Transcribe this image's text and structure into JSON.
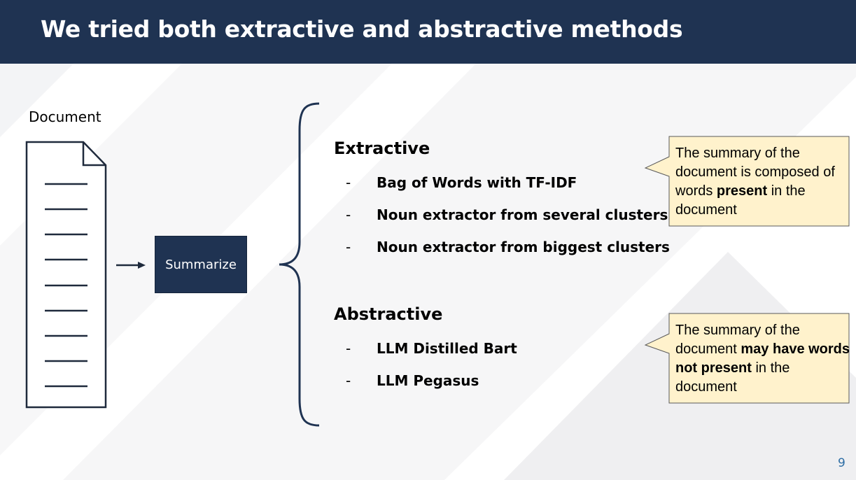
{
  "slide": {
    "title": "We tried both extractive and abstractive methods",
    "page_number": "9",
    "colors": {
      "header": "#1f3352",
      "callout_fill": "#fff2cc",
      "page_number": "#2e6ea5"
    }
  },
  "document": {
    "label": "Document",
    "icon": "document-icon"
  },
  "process": {
    "label": "Summarize"
  },
  "extractive": {
    "heading": "Extractive",
    "items": [
      {
        "bullet": "-",
        "text": "Bag of Words with TF-IDF"
      },
      {
        "bullet": "-",
        "text": "Noun extractor from several clusters"
      },
      {
        "bullet": "-",
        "text": "Noun extractor from biggest clusters"
      }
    ],
    "callout": {
      "part1": "The summary of the document is composed of words ",
      "bold": "present",
      "part2": " in the document"
    }
  },
  "abstractive": {
    "heading": "Abstractive",
    "items": [
      {
        "bullet": "-",
        "text": "LLM Distilled Bart"
      },
      {
        "bullet": "-",
        "text": "LLM Pegasus"
      }
    ],
    "callout": {
      "part1": "The summary of the document ",
      "bold": "may have words not present",
      "part2": " in the document"
    }
  }
}
